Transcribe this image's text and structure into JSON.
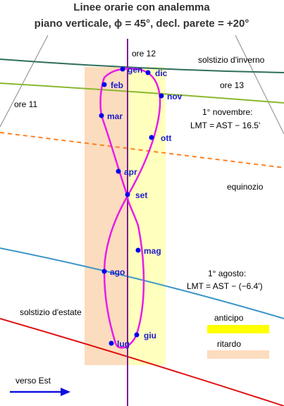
{
  "title_line1": "Linee orarie con analemma",
  "title_line2": "piano verticale, ϕ = 45°, decl. parete = +20°",
  "hour_labels": {
    "h11": "ore 11",
    "h12": "ore 12",
    "h13": "ore 13"
  },
  "declination_lines": {
    "winter": "solstizio d'inverno",
    "equinox": "equinozio",
    "summer": "solstizio d'estate"
  },
  "notes": {
    "nov_line1": "1° novembre:",
    "nov_line2": "LMT = AST − 16.5'",
    "aug_line1": "1° agosto:",
    "aug_line2": "LMT = AST − (−6.4')"
  },
  "months": {
    "gen": "gen",
    "feb": "feb",
    "mar": "mar",
    "apr": "apr",
    "mag": "mag",
    "giu": "giu",
    "lug": "lug",
    "ago": "ago",
    "set": "set",
    "ott": "ott",
    "nov": "nov",
    "dic": "dic"
  },
  "legend": {
    "early": "anticipo",
    "late": "ritardo"
  },
  "direction": "verso Est",
  "colors": {
    "analemma": "#e81ce8",
    "noon_line": "#7a1f8c",
    "month_dot": "#0000ee",
    "winter_line": "#2e6e5a",
    "nov_line": "#8ab82e",
    "aug_line": "#3d96c8",
    "summer_line": "#e01010",
    "early_fill": "#ffff00",
    "late_fill": "#fcdcbe",
    "guide_line": "#888888"
  }
}
